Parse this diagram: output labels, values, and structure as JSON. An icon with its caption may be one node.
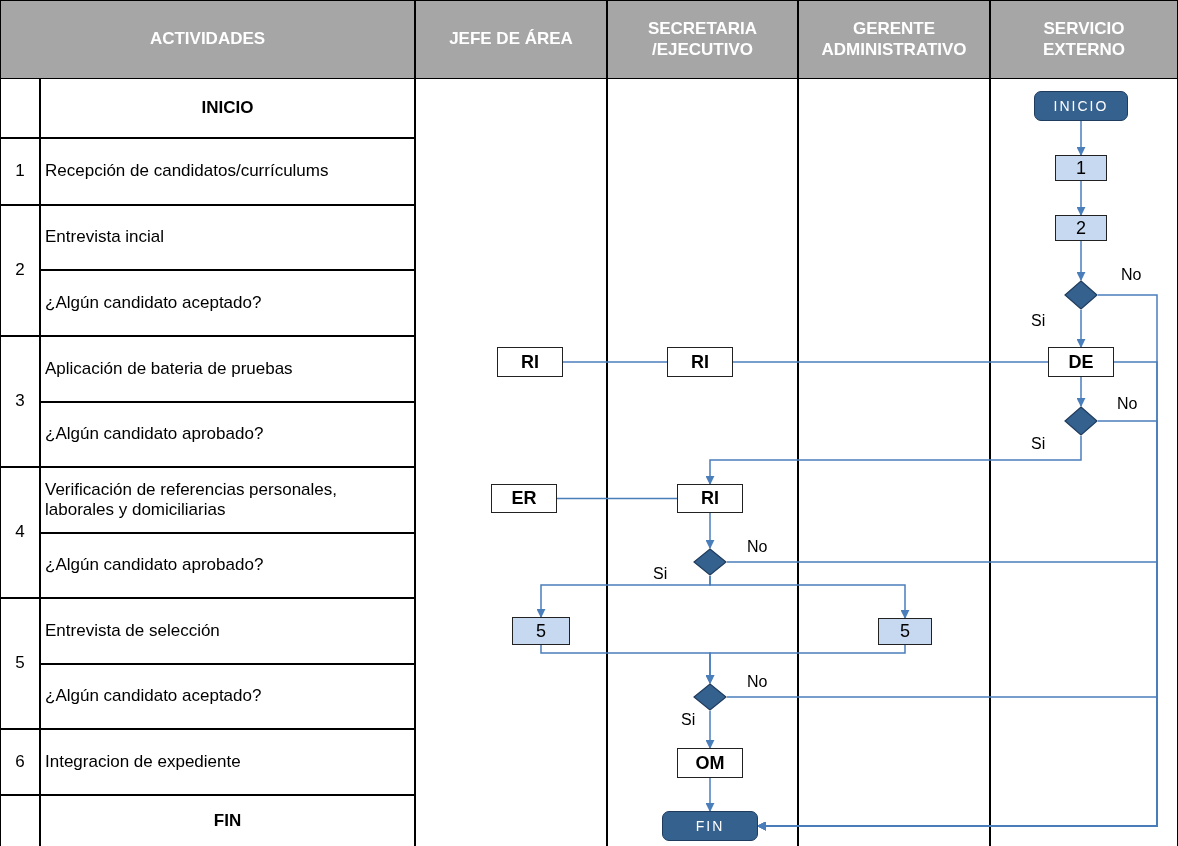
{
  "diagram": {
    "nodes": [
      {
        "text": [
          "INICIO"
        ]
      },
      {
        "text": [
          "1"
        ]
      },
      {
        "text": [
          "2"
        ]
      },
      {
        "text": [],
        "shape": "diamond"
      },
      {
        "text": [
          "DE"
        ]
      },
      {
        "text": [],
        "shape": "diamond"
      },
      {
        "text": [
          "RI"
        ]
      },
      {
        "text": [
          "RI"
        ]
      },
      {
        "text": [
          "ER"
        ]
      },
      {
        "text": [
          "RI"
        ]
      },
      {
        "text": [],
        "shape": "diamond"
      },
      {
        "text": [
          "5"
        ]
      },
      {
        "text": [
          "5"
        ]
      },
      {
        "text": [],
        "shape": "diamond"
      },
      {
        "text": [
          "OM"
        ]
      },
      {
        "text": [
          "FIN"
        ]
      }
    ],
    "edges": [
      {
        "from": 0,
        "to": 1,
        "arrow": "to"
      },
      {
        "from": 1,
        "to": 2,
        "arrow": "to"
      },
      {
        "from": 2,
        "to": 3,
        "arrow": "to"
      },
      {
        "from": 3,
        "to": 4,
        "arrow": "to",
        "label": "Si"
      },
      {
        "from": 3,
        "to": 15,
        "arrow": "to",
        "label": "No"
      },
      {
        "from": 6,
        "to": 7,
        "arrow": "none"
      },
      {
        "from": 7,
        "to": 4,
        "arrow": "none"
      },
      {
        "from": 4,
        "to": 15,
        "arrow": "to"
      },
      {
        "from": 4,
        "to": 5,
        "arrow": "to"
      },
      {
        "from": 5,
        "to": 15,
        "arrow": "to",
        "label": "No"
      },
      {
        "from": 5,
        "to": 9,
        "arrow": "to",
        "label": "Si"
      },
      {
        "from": 8,
        "to": 9,
        "arrow": "none"
      },
      {
        "from": 9,
        "to": 10,
        "arrow": "to"
      },
      {
        "from": 10,
        "to": 15,
        "arrow": "to",
        "label": "No"
      },
      {
        "from": 10,
        "to": 11,
        "arrow": "to",
        "label": "Si"
      },
      {
        "from": 10,
        "to": 12,
        "arrow": "to"
      },
      {
        "from": 11,
        "to": 13,
        "arrow": "to"
      },
      {
        "from": 12,
        "to": 13,
        "arrow": "to"
      },
      {
        "from": 13,
        "to": 15,
        "arrow": "to",
        "label": "No"
      },
      {
        "from": 13,
        "to": 14,
        "arrow": "to",
        "label": "Si"
      },
      {
        "from": 14,
        "to": 15,
        "arrow": "to"
      }
    ],
    "labels": [
      "ACTIVIDADES",
      "JEFE DE ÁREA",
      "SECRETARIA /EJECUTIVO",
      "GERENTE ADMINISTRATIVO",
      "SERVICIO EXTERNO",
      "INICIO",
      "1",
      "Recepción de candidatos/currículums",
      "2",
      "Entrevista incial",
      "¿Algún candidato aceptado?",
      "3",
      "Aplicación de bateria de pruebas",
      "¿Algún candidato aprobado?",
      "4",
      "Verificación de referencias personales, laborales y domiciliarias",
      "¿Algún candidato aprobado?",
      "5",
      "Entrevista de selección",
      "¿Algún candidato aceptado?",
      "6",
      "Integracion de expediente",
      "FIN"
    ]
  }
}
